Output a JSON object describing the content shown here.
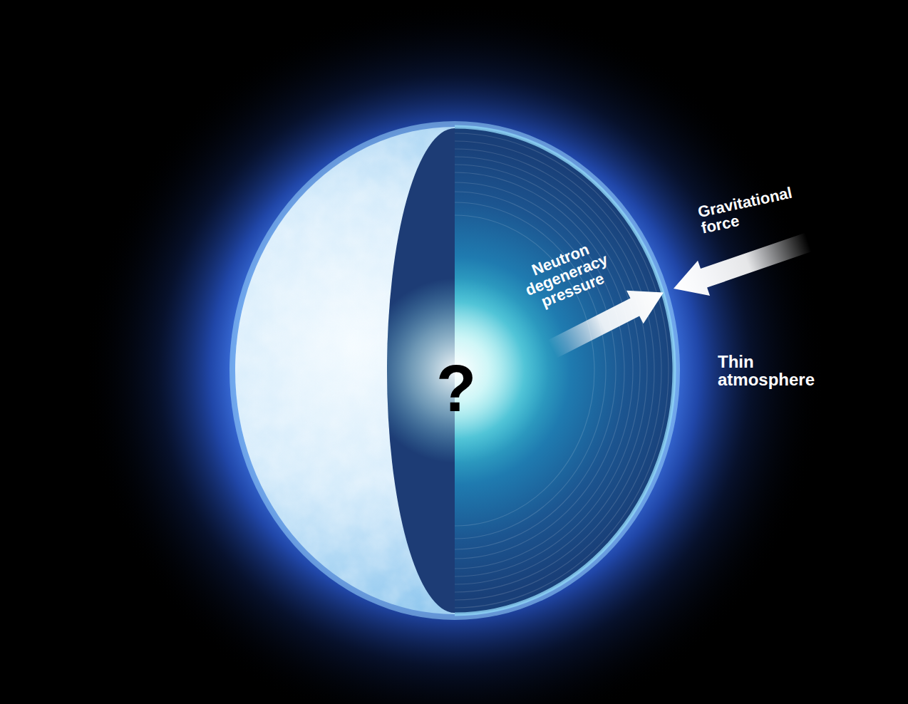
{
  "diagram": {
    "labels": [
      "?",
      "Neutron degeneracy pressure",
      "Gravitational force",
      "Thin atmosphere"
    ]
  }
}
